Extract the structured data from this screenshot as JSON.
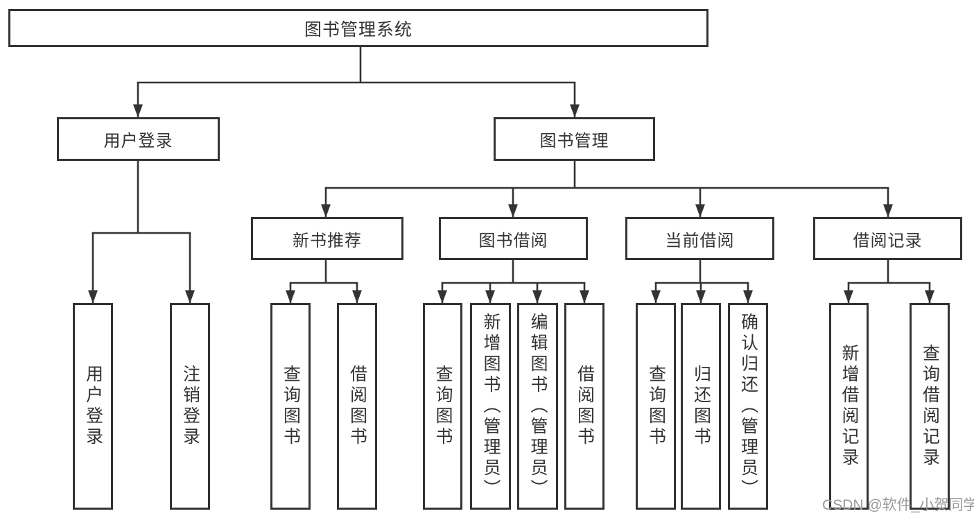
{
  "tree": {
    "label": "图书管理系统",
    "children": [
      {
        "label": "用户登录",
        "children": [
          {
            "label": "用户登录"
          },
          {
            "label": "注销登录"
          }
        ]
      },
      {
        "label": "图书管理",
        "children": [
          {
            "label": "新书推荐",
            "children": [
              {
                "label": "查询图书"
              },
              {
                "label": "借阅图书"
              }
            ]
          },
          {
            "label": "图书借阅",
            "children": [
              {
                "label": "查询图书"
              },
              {
                "label": "新增图书（管理员）"
              },
              {
                "label": "编辑图书（管理员）"
              },
              {
                "label": "借阅图书"
              }
            ]
          },
          {
            "label": "当前借阅",
            "children": [
              {
                "label": "查询图书"
              },
              {
                "label": "归还图书"
              },
              {
                "label": "确认归还（管理员）"
              }
            ]
          },
          {
            "label": "借阅记录",
            "children": [
              {
                "label": "新增借阅记录"
              },
              {
                "label": "查询借阅记录"
              }
            ]
          }
        ]
      }
    ]
  },
  "watermark": {
    "text": "CSDN @软件_小贺同学"
  },
  "colors": {
    "line": "#333333",
    "box_border": "#333333",
    "box_fill": "#ffffff",
    "label_text": "#333333",
    "watermark_text": "#9a9a9a",
    "background": "#ffffff"
  }
}
